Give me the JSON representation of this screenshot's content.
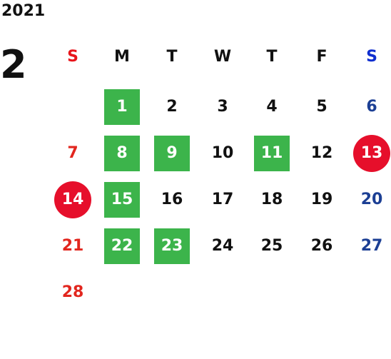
{
  "calendar": {
    "year": "2021",
    "month": "2",
    "weekdays": [
      "S",
      "M",
      "T",
      "W",
      "T",
      "F",
      "S"
    ],
    "weekday_colors": [
      "#e8151b",
      "#111111",
      "#111111",
      "#111111",
      "#111111",
      "#111111",
      "#0f2ecf"
    ],
    "colors": {
      "sunday_text": "#e2261e",
      "saturday_text": "#1c3f94",
      "weekday_text": "#111111",
      "highlight_green": "#3cb44b",
      "holiday_red": "#e60f2b",
      "highlight_text": "#ffffff"
    },
    "first_weekday_index": 1,
    "days_in_month": 28,
    "green_days": [
      1,
      8,
      9,
      11,
      15,
      22,
      23
    ],
    "red_circle_days": [
      13,
      14
    ]
  }
}
